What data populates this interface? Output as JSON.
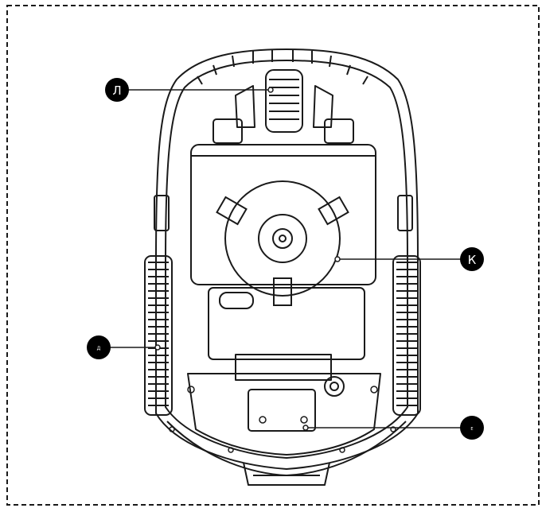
{
  "figure": {
    "title": "",
    "callouts": [
      {
        "id": "L",
        "text": "Л"
      },
      {
        "id": "K",
        "text": "К"
      },
      {
        "id": "D",
        "text": "Д"
      },
      {
        "id": "E",
        "text": "Е"
      }
    ]
  },
  "colors": {
    "line": "#1a1a1a",
    "background": "#ffffff",
    "callout_fill": "#000000",
    "callout_text": "#ffffff"
  }
}
